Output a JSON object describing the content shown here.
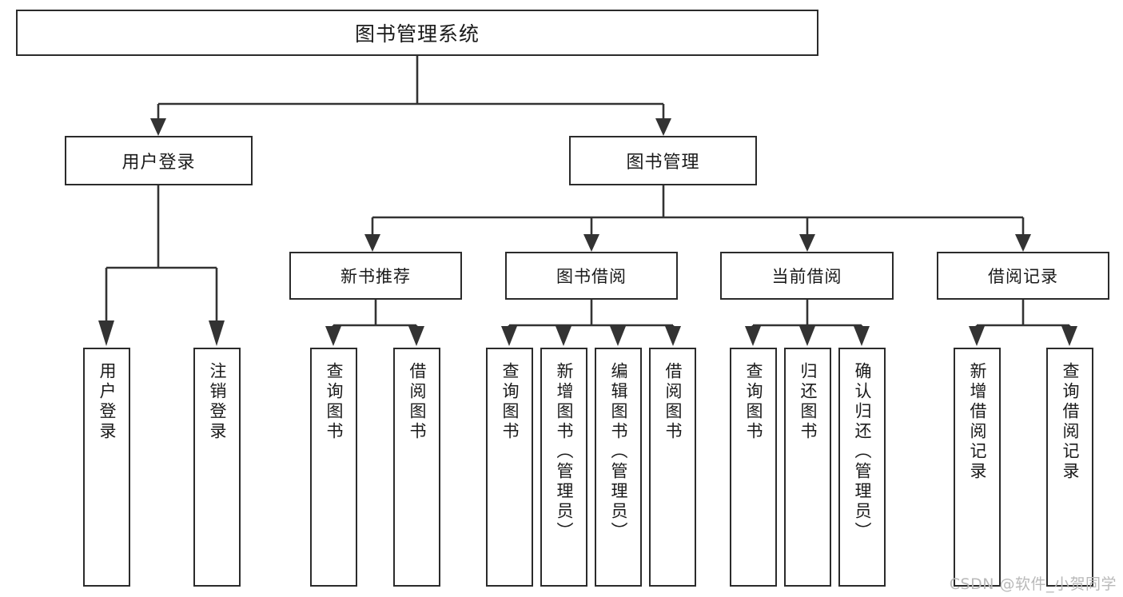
{
  "diagram": {
    "title": "图书管理系统",
    "type": "tree-hierarchy-diagram",
    "watermark": "CSDN @软件_小贺同学",
    "colors": {
      "box_border": "#2b2b2b",
      "box_fill": "#ffffff",
      "connector": "#333333",
      "text": "#1a1a1a",
      "watermark": "#b9b9b9"
    },
    "root": {
      "label": "图书管理系统"
    },
    "level2": [
      {
        "label": "用户登录"
      },
      {
        "label": "图书管理"
      }
    ],
    "level3": [
      {
        "label": "新书推荐"
      },
      {
        "label": "图书借阅"
      },
      {
        "label": "当前借阅"
      },
      {
        "label": "借阅记录"
      }
    ],
    "leaves": {
      "user_login": [
        {
          "label": "用户登录"
        },
        {
          "label": "注销登录"
        }
      ],
      "new_book_recommend": [
        {
          "label": "查询图书"
        },
        {
          "label": "借阅图书"
        }
      ],
      "book_borrow": [
        {
          "label": "查询图书"
        },
        {
          "label": "新增图书（管理员）"
        },
        {
          "label": "编辑图书（管理员）"
        },
        {
          "label": "借阅图书"
        }
      ],
      "current_borrow": [
        {
          "label": "查询图书"
        },
        {
          "label": "归还图书"
        },
        {
          "label": "确认归还（管理员）"
        }
      ],
      "borrow_record": [
        {
          "label": "新增借阅记录"
        },
        {
          "label": "查询借阅记录"
        }
      ]
    }
  }
}
